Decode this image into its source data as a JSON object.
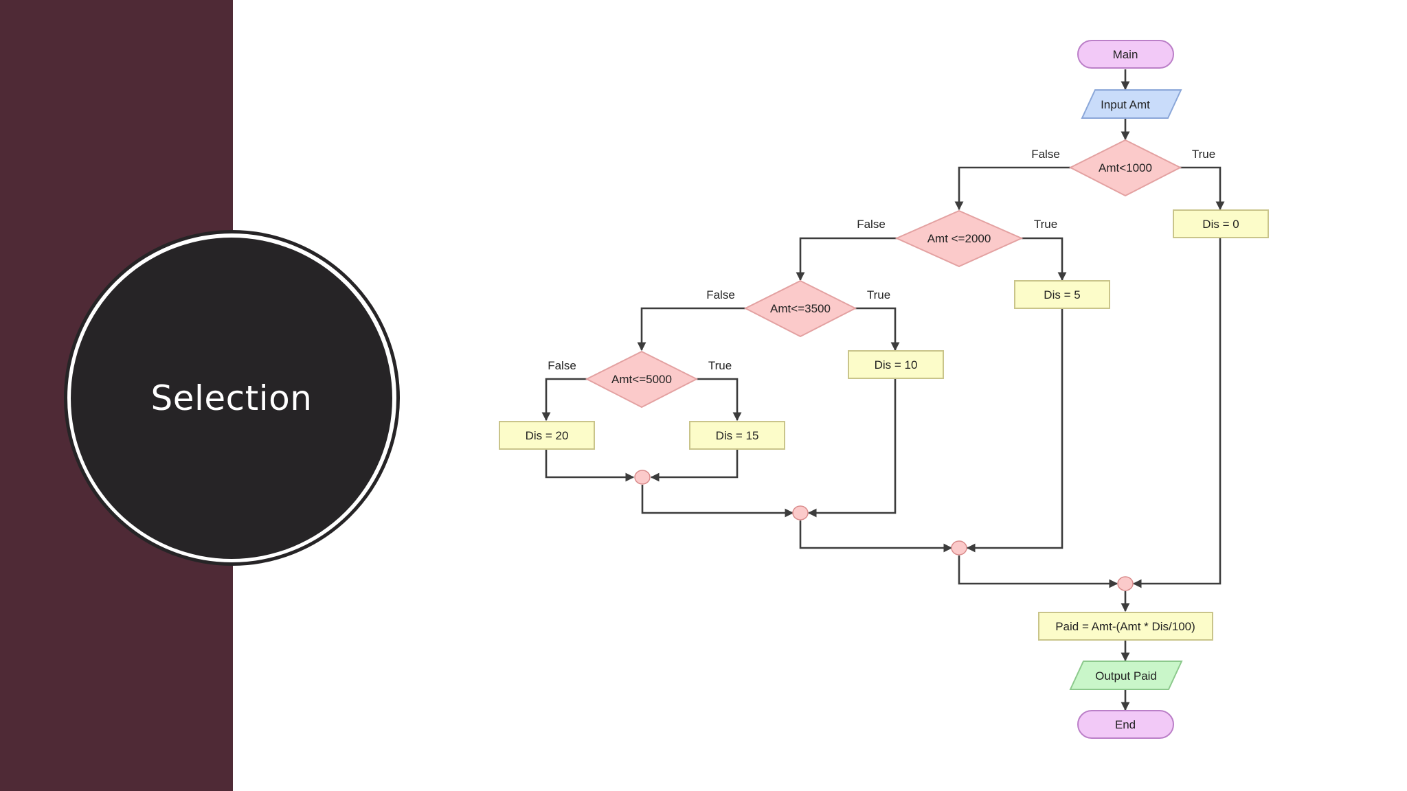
{
  "slide": {
    "title": "Selection"
  },
  "flowchart": {
    "nodes": {
      "main": "Main",
      "input": "Input Amt",
      "cond1": "Amt<1000",
      "cond2": "Amt <=2000",
      "cond3": "Amt<=3500",
      "cond4": "Amt<=5000",
      "dis0": "Dis = 0",
      "dis5": "Dis = 5",
      "dis10": "Dis = 10",
      "dis15": "Dis = 15",
      "dis20": "Dis = 20",
      "paid": "Paid = Amt-(Amt * Dis/100)",
      "output": "Output Paid",
      "end": "End"
    },
    "branch_labels": {
      "cond1_false": "False",
      "cond1_true": "True",
      "cond2_false": "False",
      "cond2_true": "True",
      "cond3_false": "False",
      "cond3_true": "True",
      "cond4_false": "False",
      "cond4_true": "True"
    },
    "colors": {
      "terminal_fill": "#f2c9f7",
      "terminal_stroke": "#bb7fc8",
      "input_fill": "#c9dcfa",
      "input_stroke": "#8aa6d8",
      "decision_fill": "#fbcaca",
      "decision_stroke": "#e3a1a1",
      "process_fill": "#fcfcc9",
      "process_stroke": "#c9c48a",
      "output_fill": "#c9f6c9",
      "output_stroke": "#8cc98c",
      "merge_fill": "#fbcaca",
      "merge_stroke": "#d98b8b"
    }
  }
}
